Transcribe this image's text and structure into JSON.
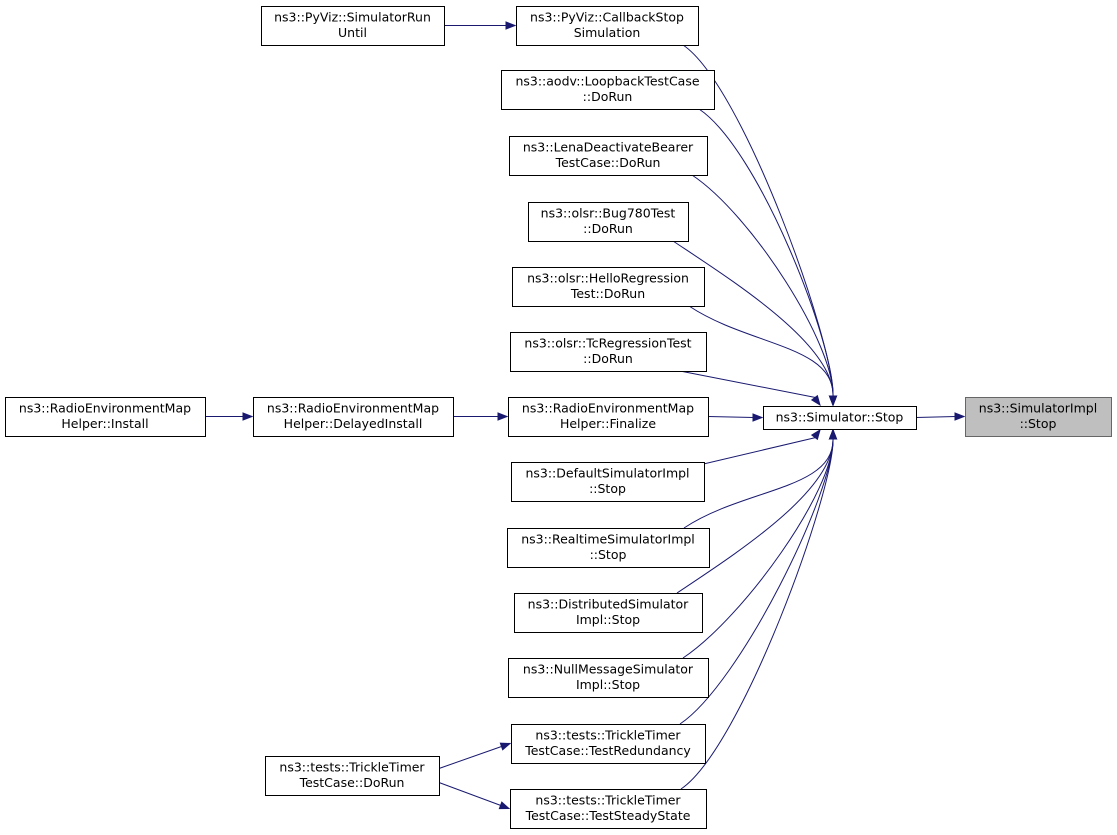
{
  "diagram": {
    "title": "",
    "edge_color": "#191970",
    "root_fill": "#bfbfbf",
    "nodes": [
      {
        "id": "simimpl_stop",
        "lines": [
          "ns3::SimulatorImpl",
          "::Stop"
        ],
        "root": true
      },
      {
        "id": "sim_stop",
        "lines": [
          "ns3::Simulator::Stop"
        ]
      },
      {
        "id": "pyviz_cbstop",
        "lines": [
          "ns3::PyViz::CallbackStop",
          "Simulation"
        ]
      },
      {
        "id": "pyviz_rununtil",
        "lines": [
          "ns3::PyViz::SimulatorRun",
          "Until"
        ]
      },
      {
        "id": "aodv_loopback",
        "lines": [
          "ns3::aodv::LoopbackTestCase",
          "::DoRun"
        ]
      },
      {
        "id": "lena_deactivate",
        "lines": [
          "ns3::LenaDeactivateBearer",
          "TestCase::DoRun"
        ]
      },
      {
        "id": "olsr_bug780",
        "lines": [
          "ns3::olsr::Bug780Test",
          "::DoRun"
        ]
      },
      {
        "id": "olsr_hello",
        "lines": [
          "ns3::olsr::HelloRegression",
          "Test::DoRun"
        ]
      },
      {
        "id": "olsr_tc",
        "lines": [
          "ns3::olsr::TcRegressionTest",
          "::DoRun"
        ]
      },
      {
        "id": "rem_finalize",
        "lines": [
          "ns3::RadioEnvironmentMap",
          "Helper::Finalize"
        ]
      },
      {
        "id": "rem_delayed",
        "lines": [
          "ns3::RadioEnvironmentMap",
          "Helper::DelayedInstall"
        ]
      },
      {
        "id": "rem_install",
        "lines": [
          "ns3::RadioEnvironmentMap",
          "Helper::Install"
        ]
      },
      {
        "id": "default_stop",
        "lines": [
          "ns3::DefaultSimulatorImpl",
          "::Stop"
        ]
      },
      {
        "id": "realtime_stop",
        "lines": [
          "ns3::RealtimeSimulatorImpl",
          "::Stop"
        ]
      },
      {
        "id": "distributed_stop",
        "lines": [
          "ns3::DistributedSimulator",
          "Impl::Stop"
        ]
      },
      {
        "id": "nullmsg_stop",
        "lines": [
          "ns3::NullMessageSimulator",
          "Impl::Stop"
        ]
      },
      {
        "id": "trickle_redundancy",
        "lines": [
          "ns3::tests::TrickleTimer",
          "TestCase::TestRedundancy"
        ]
      },
      {
        "id": "trickle_steady",
        "lines": [
          "ns3::tests::TrickleTimer",
          "TestCase::TestSteadyState"
        ]
      },
      {
        "id": "trickle_dorun",
        "lines": [
          "ns3::tests::TrickleTimer",
          "TestCase::DoRun"
        ]
      }
    ],
    "edges": [
      {
        "from": "simimpl_stop",
        "to": "sim_stop"
      },
      {
        "from": "sim_stop",
        "to": "pyviz_cbstop"
      },
      {
        "from": "sim_stop",
        "to": "aodv_loopback"
      },
      {
        "from": "sim_stop",
        "to": "lena_deactivate"
      },
      {
        "from": "sim_stop",
        "to": "olsr_bug780"
      },
      {
        "from": "sim_stop",
        "to": "olsr_hello"
      },
      {
        "from": "sim_stop",
        "to": "olsr_tc"
      },
      {
        "from": "sim_stop",
        "to": "rem_finalize"
      },
      {
        "from": "sim_stop",
        "to": "default_stop"
      },
      {
        "from": "sim_stop",
        "to": "realtime_stop"
      },
      {
        "from": "sim_stop",
        "to": "distributed_stop"
      },
      {
        "from": "sim_stop",
        "to": "nullmsg_stop"
      },
      {
        "from": "sim_stop",
        "to": "trickle_redundancy"
      },
      {
        "from": "sim_stop",
        "to": "trickle_steady"
      },
      {
        "from": "pyviz_cbstop",
        "to": "pyviz_rununtil"
      },
      {
        "from": "rem_finalize",
        "to": "rem_delayed"
      },
      {
        "from": "rem_delayed",
        "to": "rem_install"
      },
      {
        "from": "trickle_redundancy",
        "to": "trickle_dorun"
      },
      {
        "from": "trickle_steady",
        "to": "trickle_dorun"
      }
    ]
  }
}
